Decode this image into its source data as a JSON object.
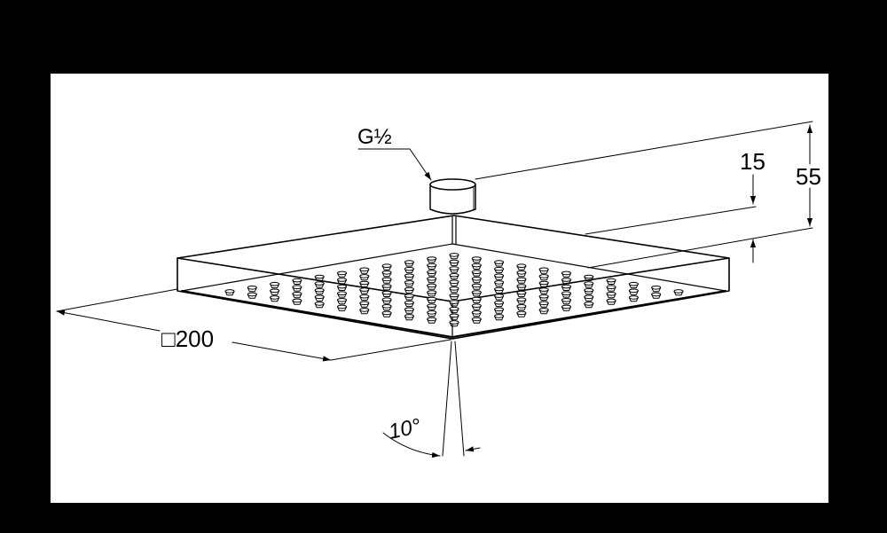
{
  "labels": {
    "thread": "G½",
    "height_total": "55",
    "height_plate": "15",
    "size": "□200",
    "angle": "10°"
  },
  "colors": {
    "background": "#000000",
    "sheet": "#ffffff",
    "line": "#000000"
  }
}
